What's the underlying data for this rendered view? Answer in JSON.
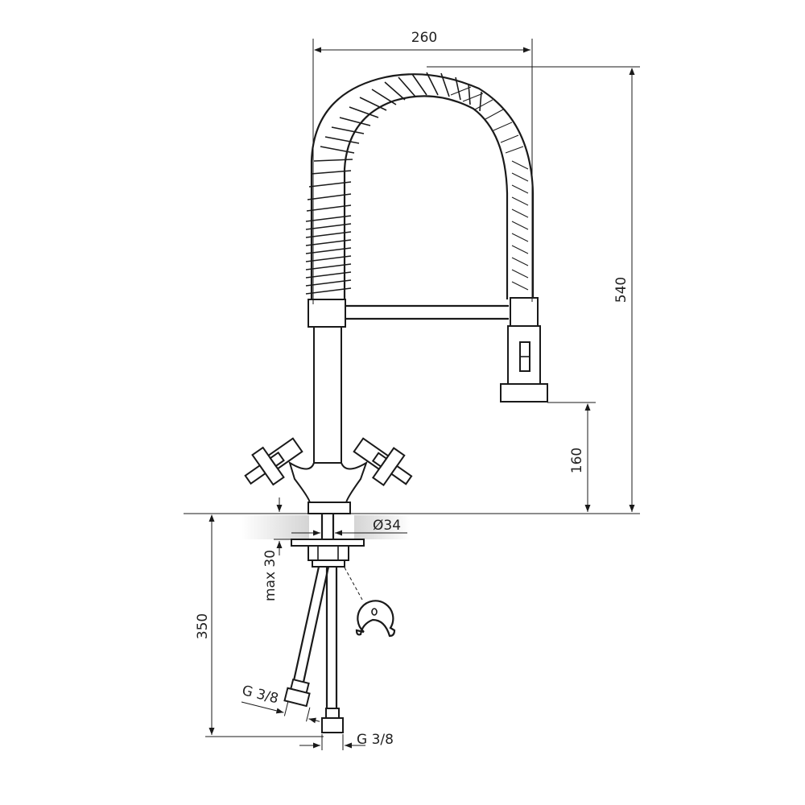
{
  "dimensions": {
    "width_top": "260",
    "height_total": "540",
    "spout_height": "160",
    "below_counter": "350",
    "max_thickness": "max 30",
    "hole_diameter": "Ø34",
    "thread_left": "G 3/8",
    "thread_bottom": "G 3/8"
  },
  "colors": {
    "line": "#1a1a1a",
    "counter_shade": "#d9d9d9",
    "background": "#ffffff"
  }
}
